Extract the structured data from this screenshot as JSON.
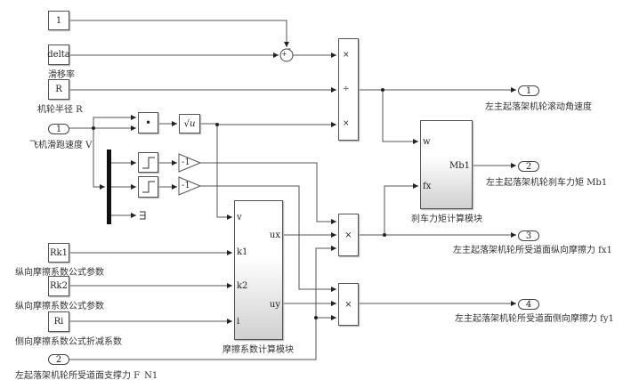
{
  "blocks": {
    "const_one": "1",
    "delta": {
      "value": "delta",
      "label": "滑移率"
    },
    "radius": {
      "value": "R",
      "label": "机轮半径 R"
    },
    "inport1": {
      "number": "1",
      "label": "飞机滑跑速度 V"
    },
    "inport2": {
      "number": "2",
      "label": "左起落架机轮所受道面支撑力 F_N1"
    },
    "sum_signs": [
      "-",
      "+"
    ],
    "divide_signs": [
      "×",
      "÷",
      "×"
    ],
    "dot_product": "•",
    "sqrt": "√u",
    "gain1": "-1",
    "gain2": "-1",
    "rk1": {
      "value": "Rk1",
      "label": "纵向摩擦系数公式参数"
    },
    "rk2": {
      "value": "Rk2",
      "label": "纵向摩擦系数公式参数"
    },
    "ri": {
      "value": "Ri",
      "label": "侧向摩擦系数公式折减系数"
    },
    "friction": {
      "label": "摩擦系数计算模块",
      "inputs": [
        "v",
        "k1",
        "k2",
        "i"
      ],
      "outputs": [
        "ux",
        "uy"
      ]
    },
    "brake": {
      "label": "刹车力矩计算模块",
      "inputs": [
        "w",
        "fx"
      ],
      "outputs": [
        "Mb1"
      ]
    },
    "product2": "×",
    "product3": "×"
  },
  "outports": [
    {
      "number": "1",
      "label": "左主起落架机轮滚动角速度"
    },
    {
      "number": "2",
      "label": "左主起落架机轮刹车力矩 Mb1"
    },
    {
      "number": "3",
      "label": "左主起落架机轮所受道面纵向摩擦力 fx1"
    },
    {
      "number": "4",
      "label": "左主起落架机轮所受道面侧向摩擦力 fy1"
    }
  ]
}
